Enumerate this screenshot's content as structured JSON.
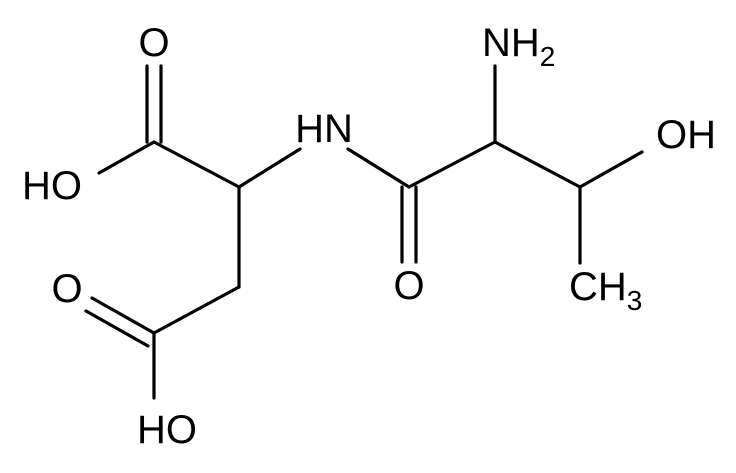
{
  "molecule": {
    "atoms": {
      "carbonyl_o_top": "O",
      "hydroxyl_top": "HO",
      "amide_n": "HN",
      "amino_group": "NH",
      "amino_sub": "2",
      "hydroxyl_right": "OH",
      "amide_o": "O",
      "methyl_group": "CH",
      "methyl_sub": "3",
      "carbonyl_o_bottom": "O",
      "hydroxyl_bottom": "HO"
    }
  }
}
